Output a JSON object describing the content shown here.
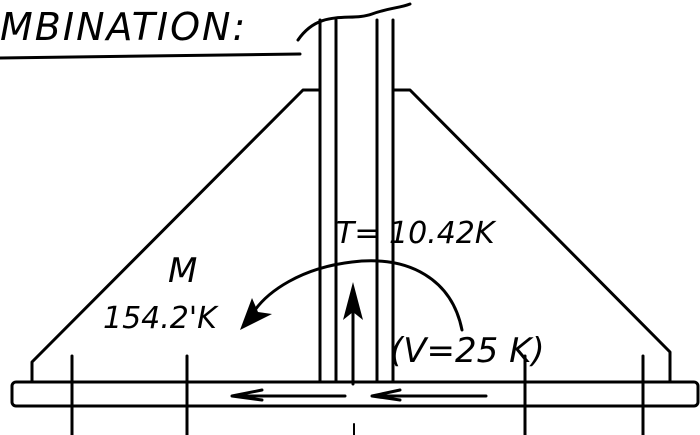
{
  "heading": "MBINATION:",
  "tension_label": "T= 10.42K",
  "moment_symbol": "M",
  "moment_value": "154.2'K",
  "shear_label": "(V=25 K)",
  "colors": {
    "ink": "#000000",
    "paper": "#ffffff"
  }
}
